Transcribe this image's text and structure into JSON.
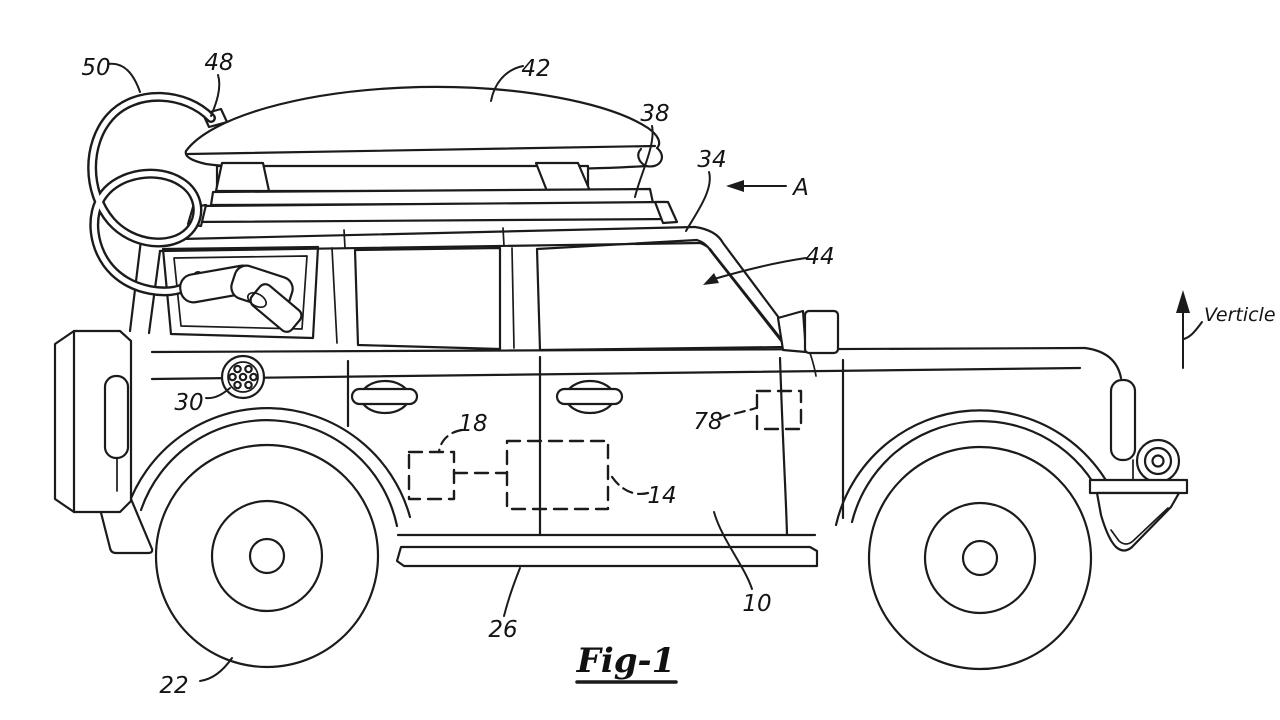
{
  "canvas": {
    "background": "#ffffff",
    "ink": "#1b1b1b"
  },
  "figure": {
    "caption": "Fig-1",
    "section_arrow_label": "A",
    "orientation_label": "Verticle",
    "reference_numerals": {
      "n10": "10",
      "n14": "14",
      "n18": "18",
      "n22": "22",
      "n26": "26",
      "n30": "30",
      "n34": "34",
      "n38": "38",
      "n42": "42",
      "n44": "44",
      "n48": "48",
      "n50": "50",
      "n78": "78"
    }
  }
}
